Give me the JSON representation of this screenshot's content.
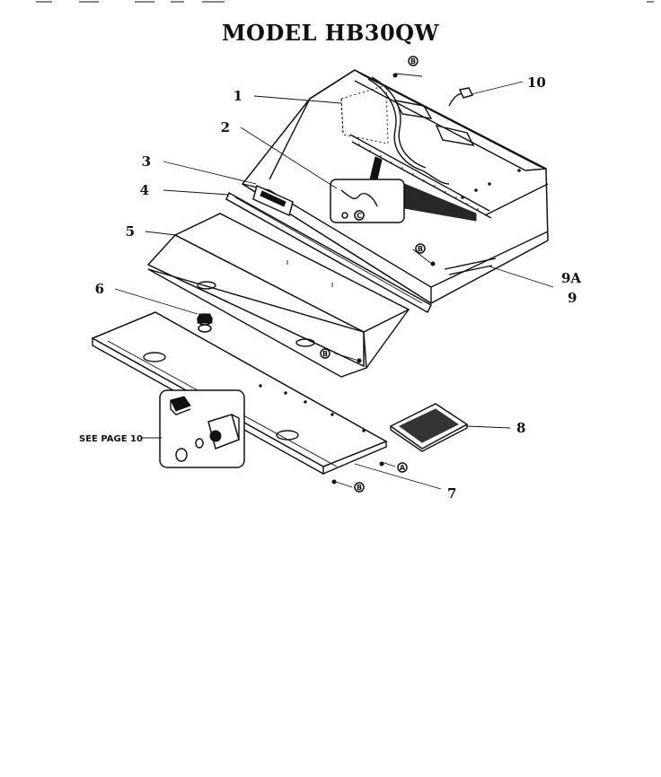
{
  "title": "MODEL HB30QW",
  "callouts": {
    "c1": "1",
    "c2": "2",
    "c3": "3",
    "c4": "4",
    "c5": "5",
    "c6": "6",
    "c7": "7",
    "c8": "8",
    "c9a": "9A",
    "c9": "9",
    "c10": "10"
  },
  "see_page_label": "SEE PAGE 10",
  "fastener_letters": {
    "a": "A",
    "b": "B",
    "c": "C"
  }
}
